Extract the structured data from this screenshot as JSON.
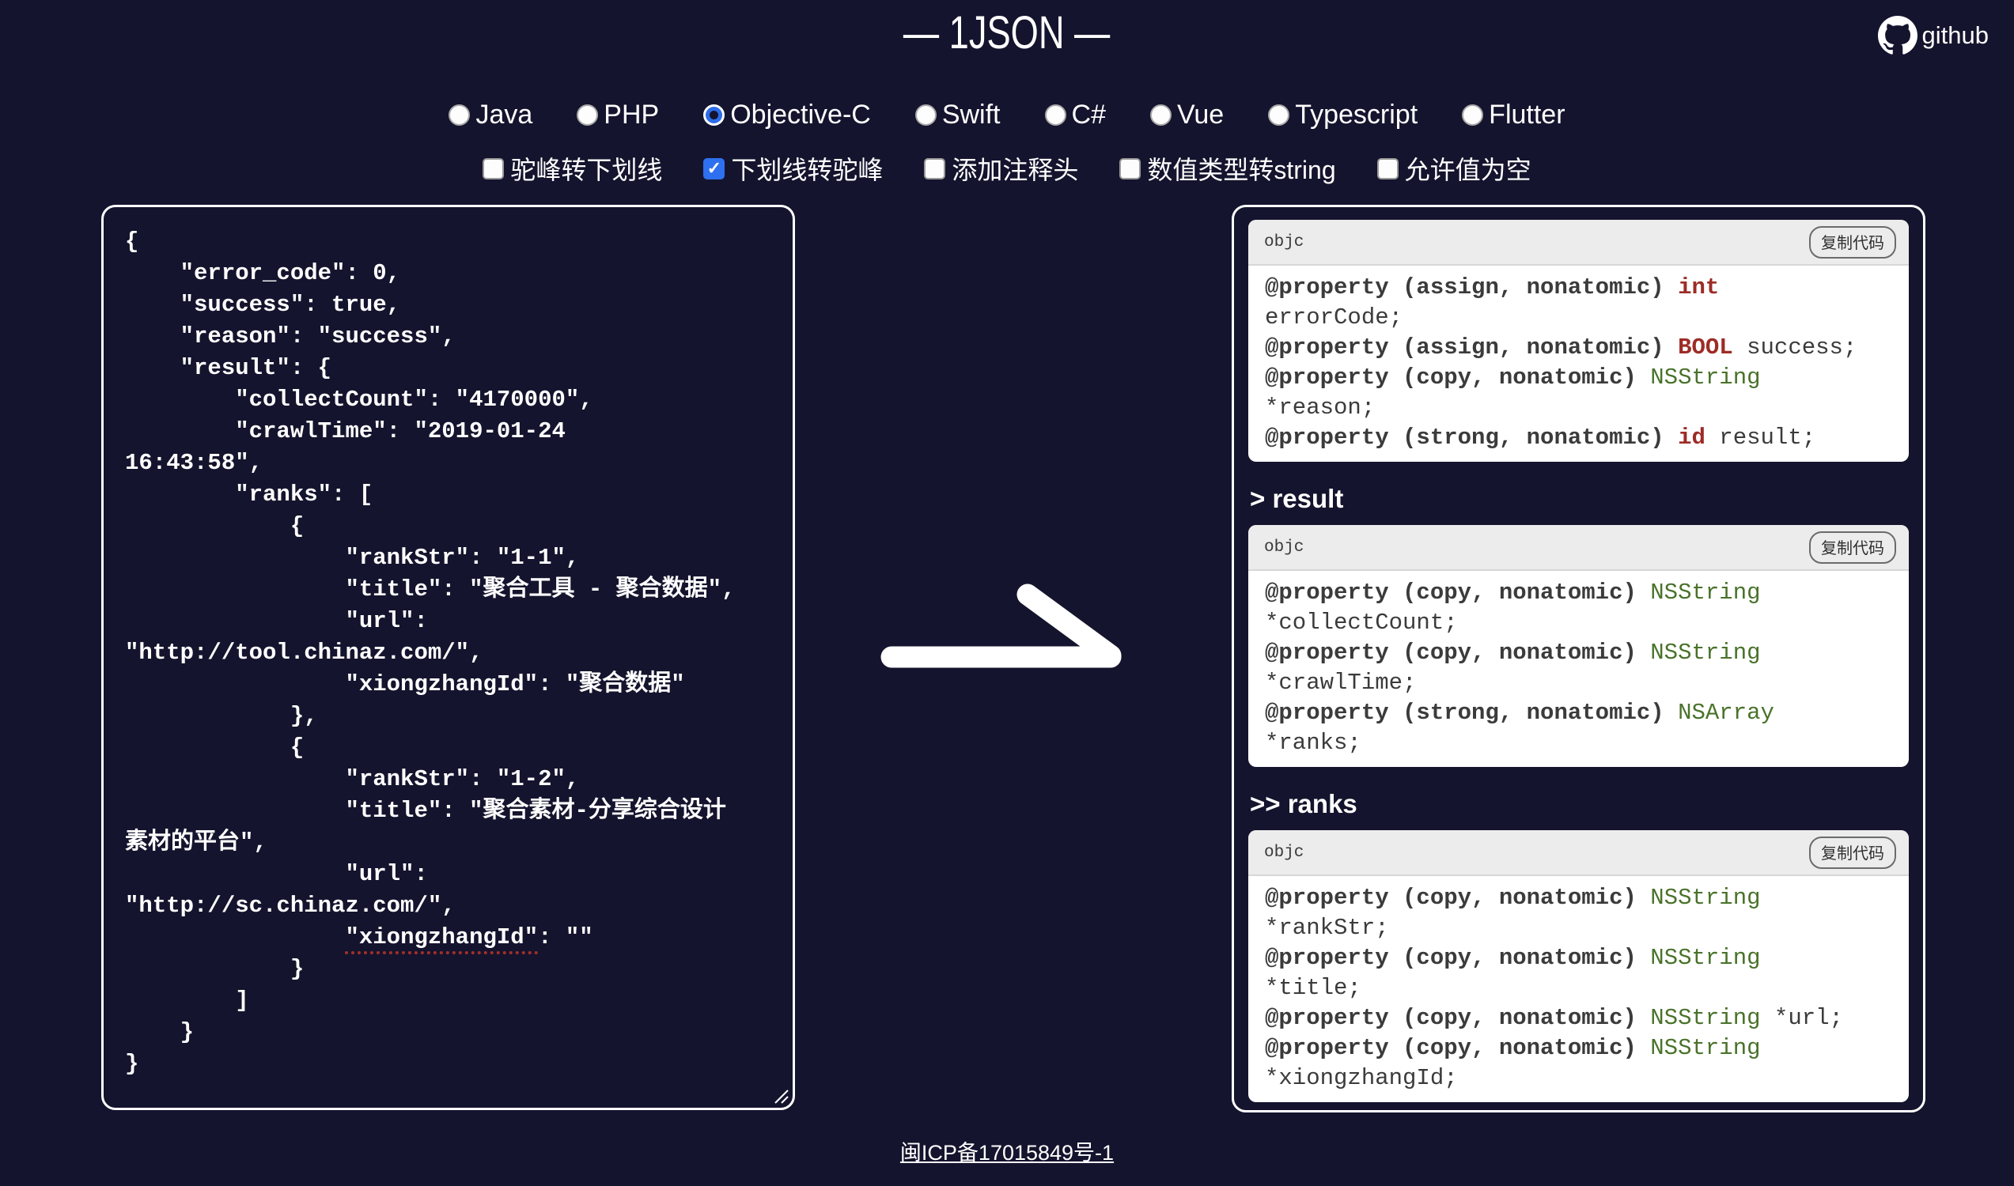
{
  "header": {
    "title": "— 1JSON —",
    "github_label": "github"
  },
  "language_selector": {
    "options": [
      {
        "label": "Java",
        "selected": false
      },
      {
        "label": "PHP",
        "selected": false
      },
      {
        "label": "Objective-C",
        "selected": true
      },
      {
        "label": "Swift",
        "selected": false
      },
      {
        "label": "C#",
        "selected": false
      },
      {
        "label": "Vue",
        "selected": false
      },
      {
        "label": "Typescript",
        "selected": false
      },
      {
        "label": "Flutter",
        "selected": false
      }
    ]
  },
  "transform_options": {
    "check_glyph": "✓",
    "checkboxes": [
      {
        "label": "驼峰转下划线",
        "checked": false
      },
      {
        "label": "下划线转驼峰",
        "checked": true
      },
      {
        "label": "添加注释头",
        "checked": false
      },
      {
        "label": "数值类型转string",
        "checked": false
      },
      {
        "label": "允许值为空",
        "checked": false
      }
    ]
  },
  "json_input": {
    "lines": [
      "{",
      "    \"error_code\": 0,",
      "    \"success\": true,",
      "    \"reason\": \"success\",",
      "    \"result\": {",
      "        \"collectCount\": \"4170000\",",
      "        \"crawlTime\": \"2019-01-24",
      "16:43:58\",",
      "        \"ranks\": [",
      "            {",
      "                \"rankStr\": \"1-1\",",
      "                \"title\": \"聚合工具 - 聚合数据\",",
      "                \"url\":",
      "\"http://tool.chinaz.com/\",",
      "                \"xiongzhangId\": \"聚合数据\"",
      "            },",
      "            {",
      "                \"rankStr\": \"1-2\",",
      "                \"title\": \"聚合素材-分享综合设计",
      "素材的平台\",",
      "                \"url\":",
      "\"http://sc.chinaz.com/\",",
      "                \"xiongzhangId\": \"\"",
      "            }",
      "        ]",
      "    }",
      "}"
    ],
    "spellcheck": {
      "line_index": 22,
      "word": "\"xiongzhangId\""
    }
  },
  "output": {
    "card_language_label": "objc",
    "copy_button_label": "复制代码",
    "sections": [
      {
        "heading": "",
        "lines": [
          [
            {
              "t": "@property (assign, nonatomic) ",
              "s": "kw"
            },
            {
              "t": "int",
              "s": "tp"
            }
          ],
          [
            {
              "t": "errorCode;",
              "s": "pl"
            }
          ],
          [
            {
              "t": "@property (assign, nonatomic) ",
              "s": "kw"
            },
            {
              "t": "BOOL",
              "s": "tp"
            },
            {
              "t": " success;",
              "s": "pl"
            }
          ],
          [
            {
              "t": "@property (copy, nonatomic) ",
              "s": "kw"
            },
            {
              "t": "NSString",
              "s": "to"
            }
          ],
          [
            {
              "t": "*reason;",
              "s": "pl"
            }
          ],
          [
            {
              "t": "@property (strong, nonatomic) ",
              "s": "kw"
            },
            {
              "t": "id",
              "s": "tp"
            },
            {
              "t": " result;",
              "s": "pl"
            }
          ]
        ]
      },
      {
        "heading": "> result",
        "lines": [
          [
            {
              "t": "@property (copy, nonatomic) ",
              "s": "kw"
            },
            {
              "t": "NSString",
              "s": "to"
            }
          ],
          [
            {
              "t": "*collectCount;",
              "s": "pl"
            }
          ],
          [
            {
              "t": "@property (copy, nonatomic) ",
              "s": "kw"
            },
            {
              "t": "NSString",
              "s": "to"
            }
          ],
          [
            {
              "t": "*crawlTime;",
              "s": "pl"
            }
          ],
          [
            {
              "t": "@property (strong, nonatomic) ",
              "s": "kw"
            },
            {
              "t": "NSArray",
              "s": "to"
            }
          ],
          [
            {
              "t": "*ranks;",
              "s": "pl"
            }
          ]
        ]
      },
      {
        "heading": ">> ranks",
        "lines": [
          [
            {
              "t": "@property (copy, nonatomic) ",
              "s": "kw"
            },
            {
              "t": "NSString",
              "s": "to"
            }
          ],
          [
            {
              "t": "*rankStr;",
              "s": "pl"
            }
          ],
          [
            {
              "t": "@property (copy, nonatomic) ",
              "s": "kw"
            },
            {
              "t": "NSString",
              "s": "to"
            }
          ],
          [
            {
              "t": "*title;",
              "s": "pl"
            }
          ],
          [
            {
              "t": "@property (copy, nonatomic) ",
              "s": "kw"
            },
            {
              "t": "NSString",
              "s": "to"
            },
            {
              "t": " *url;",
              "s": "pl"
            }
          ],
          [
            {
              "t": "@property (copy, nonatomic) ",
              "s": "kw"
            },
            {
              "t": "NSString",
              "s": "to"
            }
          ],
          [
            {
              "t": "*xiongzhangId;",
              "s": "pl"
            }
          ]
        ]
      }
    ]
  },
  "footer": {
    "icp_link": "闽ICP备17015849号-1"
  },
  "colors": {
    "background": "#15142e",
    "accent_blue": "#2e70ef",
    "type_red": "#9d2c26",
    "type_green": "#49722a",
    "card_header_bg": "#ececec"
  }
}
